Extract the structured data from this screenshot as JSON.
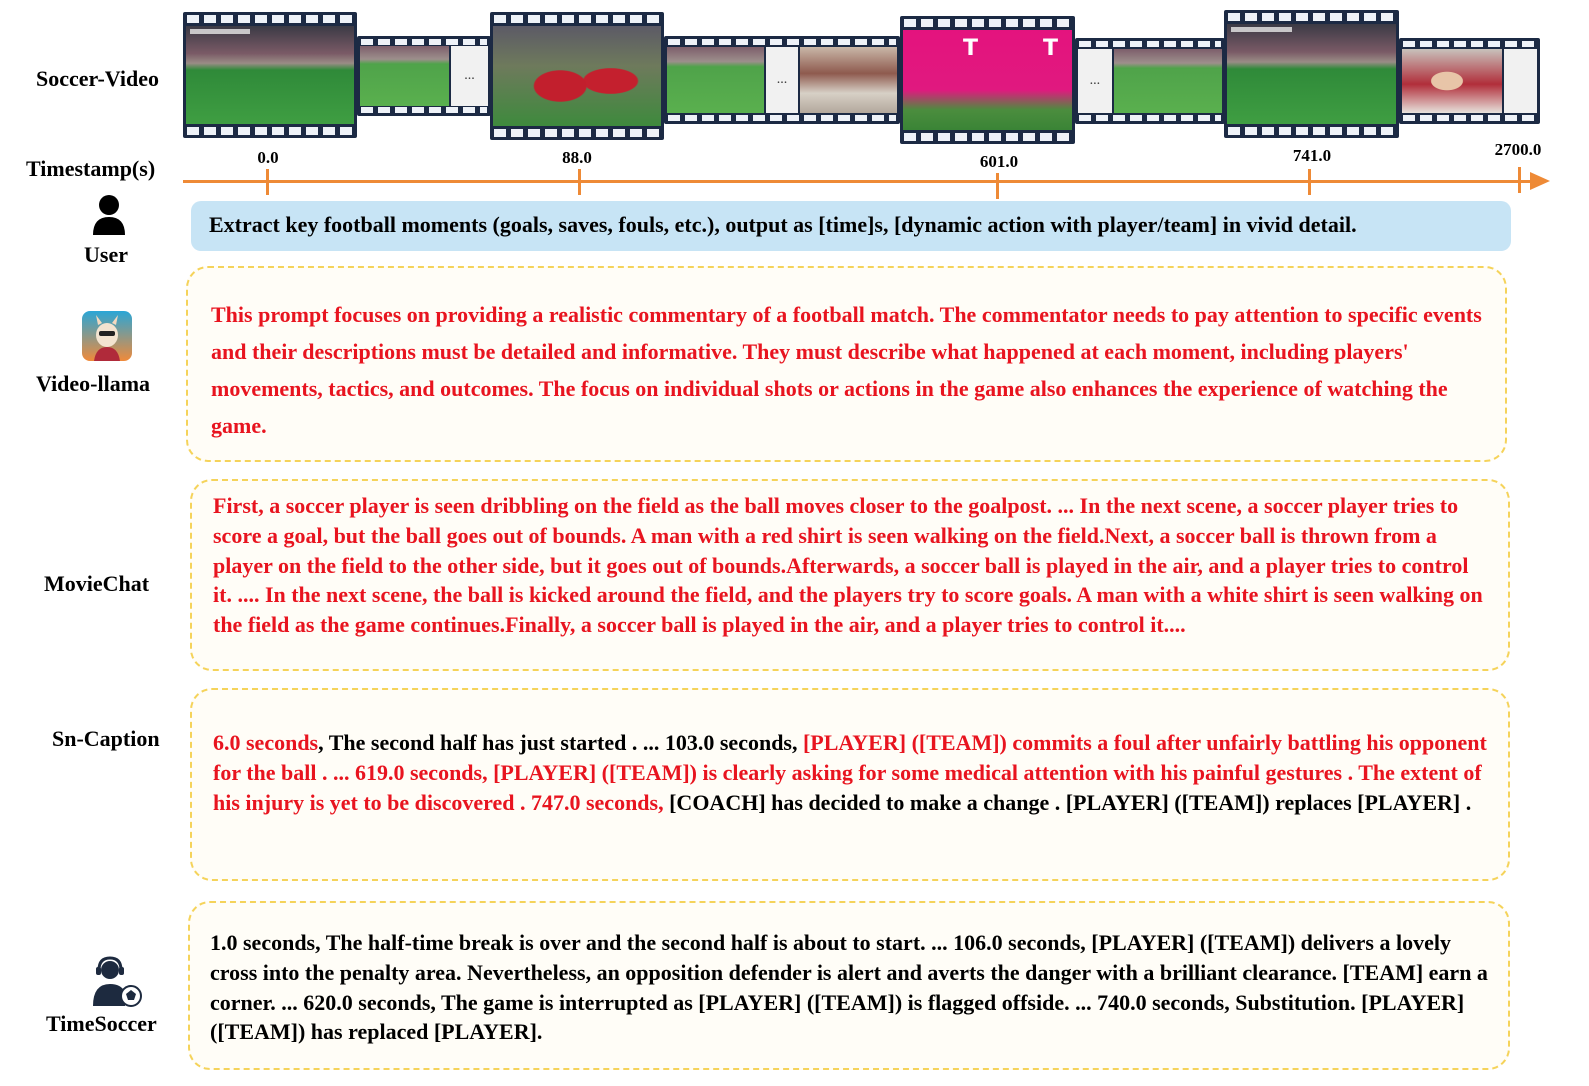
{
  "labels": {
    "soccer_video": "Soccer-Video",
    "timestamp": "Timestamp(s)",
    "user": "User",
    "video_llama": "Video-llama",
    "moviechat": "MovieChat",
    "sn_caption": "Sn-Caption",
    "timesoccer": "TimeSoccer"
  },
  "timeline": {
    "ticks": [
      "0.0",
      "88.0",
      "601.0",
      "741.0",
      "2700.0"
    ]
  },
  "film": {
    "ellipsis": "..."
  },
  "prompt": "Extract key football moments (goals, saves, fouls, etc.), output as [time]s, [dynamic action with player/team] in vivid detail.",
  "responses": {
    "video_llama": "This prompt focuses on providing a realistic commentary of a football match. The commentator needs to pay attention to specific events and their descriptions must be detailed and informative. They must describe what happened at each moment, including players' movements, tactics, and outcomes. The focus on individual shots or actions in the game also enhances the experience of watching the game.",
    "moviechat": "First, a soccer player is seen dribbling on the field as the ball moves closer to the goalpost. ... In the next scene, a soccer player tries to score a goal, but the ball goes out of bounds. A man with a red shirt is seen walking on the field.Next, a soccer ball is thrown from a player on the field to the other side, but it goes out of bounds.Afterwards, a soccer ball is played in the air, and a player tries to control it. .... In the next scene, the ball is kicked around the field, and the players try to score goals. A man with a white shirt is seen walking on the field as the game continues.Finally, a soccer ball is played in the air, and a player tries to control it....",
    "sn_caption": {
      "s1": "6.0 seconds",
      "s2": ", The second half has just started . ... 103.0 seconds, ",
      "s3": "[PLAYER] ([TEAM]) commits a foul after unfairly battling his opponent for the ball . ... 619.0 seconds, [PLAYER] ([TEAM]) is clearly asking for some medical attention with his painful gestures .  The extent of his injury is yet to be discovered .  747.0 seconds,",
      "s4": " [COACH] has decided to make a change . [PLAYER] ([TEAM]) replaces [PLAYER] ."
    },
    "timesoccer": "1.0 seconds, The half-time break is over and the second half is about to start. ... 106.0 seconds, [PLAYER] ([TEAM]) delivers a lovely cross into the penalty area. Nevertheless, an opposition defender is alert and averts the danger with a brilliant clearance. [TEAM] earn a corner. ... 620.0 seconds, The game is interrupted as [PLAYER] ([TEAM]) is flagged offside. ... 740.0 seconds, Substitution. [PLAYER] ([TEAM]) has replaced [PLAYER]."
  },
  "colors": {
    "axis": "#ee8a36",
    "prompt_bg": "#c7e4f5",
    "box_border": "#f5d35a",
    "highlight_text": "#e8141f"
  },
  "icons": [
    "user-icon",
    "video-llama-logo-icon",
    "timesoccer-commentator-icon"
  ]
}
